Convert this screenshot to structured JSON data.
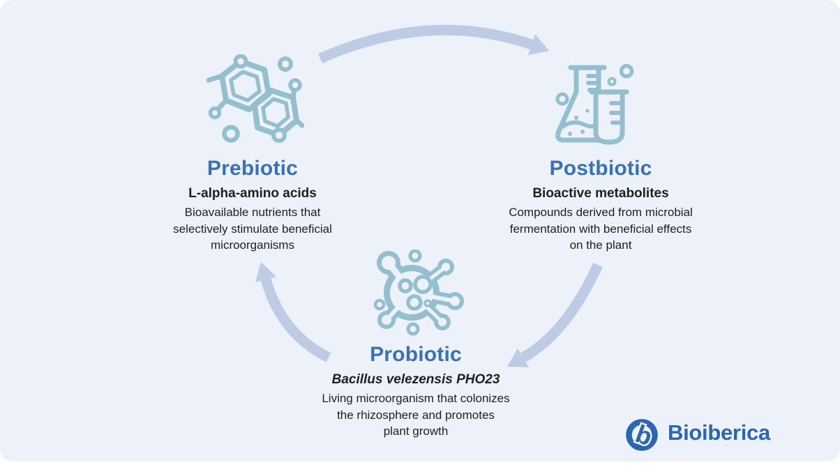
{
  "diagram_title": "Prebiotic Postbiotic Probiotic cycle",
  "nodes": [
    {
      "id": "prebiotic",
      "title": "Prebiotic",
      "subtitle": "L-alpha-amino acids",
      "description": "Bioavailable nutrients that\nselectively stimulate beneficial\nmicroorganisms",
      "icon": "molecule-icon"
    },
    {
      "id": "postbiotic",
      "title": "Postbiotic",
      "subtitle": "Bioactive metabolites",
      "description": "Compounds derived from microbial\nfermentation with beneficial effects\non the plant",
      "icon": "flask-and-test-tube-icon"
    },
    {
      "id": "probiotic",
      "title": "Probiotic",
      "subtitle": "Bacillus velezensis PHO23",
      "description": "Living microorganism that colonizes\nthe rhizosphere and promotes\nplant growth",
      "icon": "microbe-icon"
    }
  ],
  "arrows": [
    {
      "name": "arrow-prebiotic-to-postbiotic",
      "direction": "arc left to right across top"
    },
    {
      "name": "arrow-postbiotic-to-probiotic",
      "direction": "curves down-left"
    },
    {
      "name": "arrow-probiotic-to-prebiotic",
      "direction": "curves up-left"
    }
  ],
  "branding": {
    "logo_text": "Bioiberica"
  },
  "colors": {
    "card_background": "#ECF1FA",
    "page_background": "#FFFFFF",
    "title_blue": "#3A70B4",
    "body_text": "#1E1F24",
    "icon_teal": "#95BFCE",
    "arrow_blue": "#BDCBE5",
    "logo_blue": "#2B66AE"
  }
}
